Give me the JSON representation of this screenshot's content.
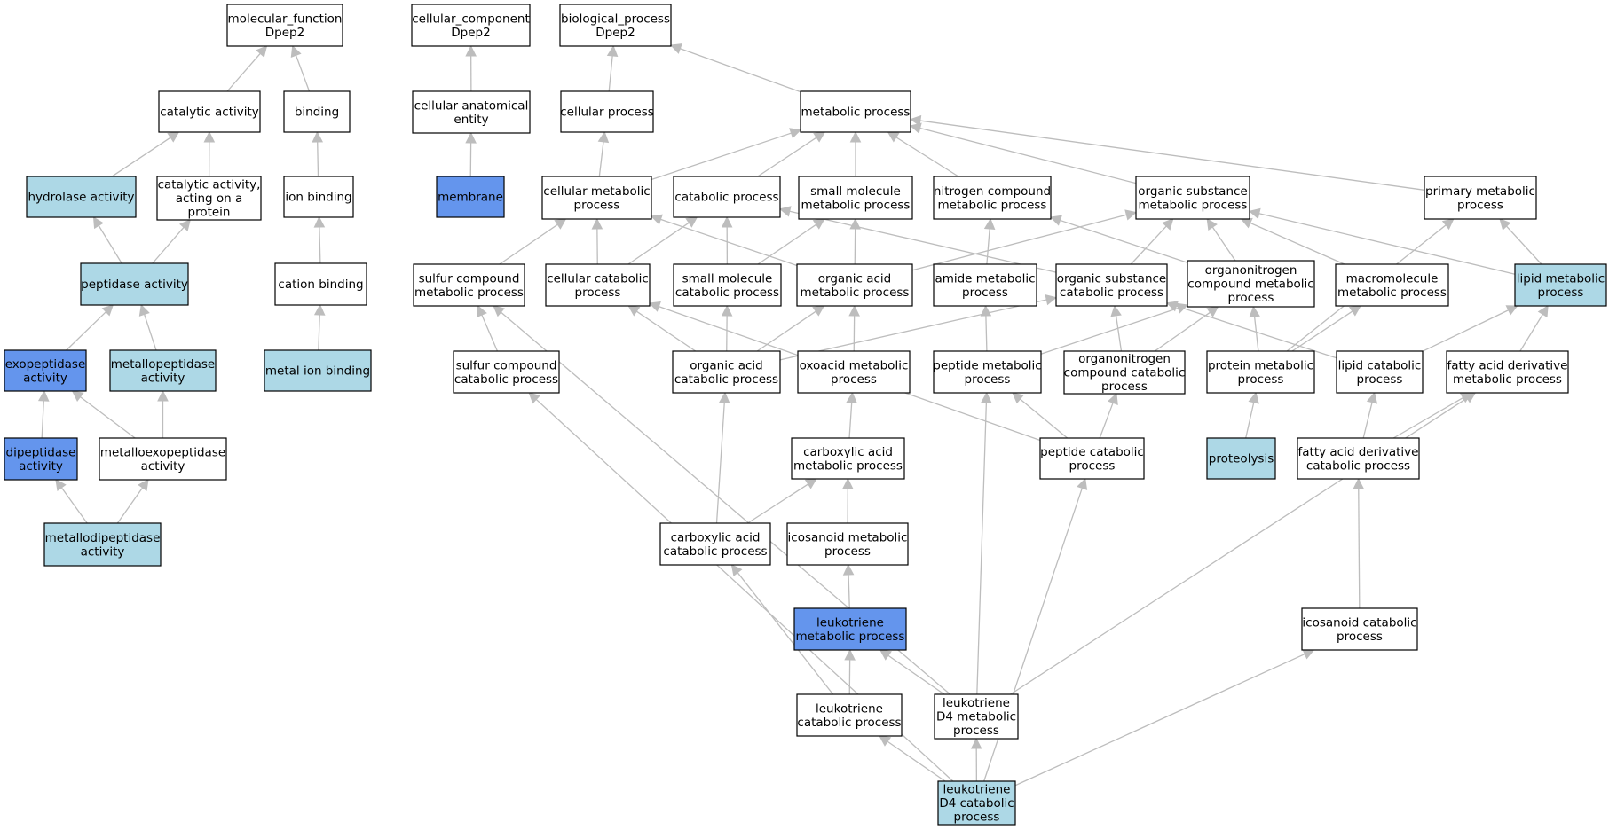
{
  "colors": {
    "plain": "#ffffff",
    "light": "#add8e6",
    "dark": "#6495ed",
    "edge": "#bdbdbd"
  },
  "nodes": [
    {
      "id": "mf",
      "lines": [
        "molecular_function",
        "Dpep2"
      ],
      "fill": "plain"
    },
    {
      "id": "catalytic",
      "lines": [
        "catalytic activity"
      ],
      "fill": "plain"
    },
    {
      "id": "binding",
      "lines": [
        "binding"
      ],
      "fill": "plain"
    },
    {
      "id": "hydrolase",
      "lines": [
        "hydrolase activity"
      ],
      "fill": "light"
    },
    {
      "id": "catprot",
      "lines": [
        "catalytic activity,",
        "acting on a",
        "protein"
      ],
      "fill": "plain"
    },
    {
      "id": "ionbind",
      "lines": [
        "ion binding"
      ],
      "fill": "plain"
    },
    {
      "id": "peptidase",
      "lines": [
        "peptidase activity"
      ],
      "fill": "light"
    },
    {
      "id": "cationbind",
      "lines": [
        "cation binding"
      ],
      "fill": "plain"
    },
    {
      "id": "exopep",
      "lines": [
        "exopeptidase",
        "activity"
      ],
      "fill": "dark"
    },
    {
      "id": "metallopep",
      "lines": [
        "metallopeptidase",
        "activity"
      ],
      "fill": "light"
    },
    {
      "id": "metalion",
      "lines": [
        "metal ion binding"
      ],
      "fill": "light"
    },
    {
      "id": "dipep",
      "lines": [
        "dipeptidase",
        "activity"
      ],
      "fill": "dark"
    },
    {
      "id": "metalloexo",
      "lines": [
        "metalloexopeptidase",
        "activity"
      ],
      "fill": "plain"
    },
    {
      "id": "metallodipep",
      "lines": [
        "metallodipeptidase",
        "activity"
      ],
      "fill": "light"
    },
    {
      "id": "cc",
      "lines": [
        "cellular_component",
        "Dpep2"
      ],
      "fill": "plain"
    },
    {
      "id": "cae",
      "lines": [
        "cellular anatomical",
        "entity"
      ],
      "fill": "plain"
    },
    {
      "id": "membrane",
      "lines": [
        "membrane"
      ],
      "fill": "dark"
    },
    {
      "id": "bp",
      "lines": [
        "biological_process",
        "Dpep2"
      ],
      "fill": "plain"
    },
    {
      "id": "cellproc",
      "lines": [
        "cellular process"
      ],
      "fill": "plain"
    },
    {
      "id": "metproc",
      "lines": [
        "metabolic process"
      ],
      "fill": "plain"
    },
    {
      "id": "cellmet",
      "lines": [
        "cellular metabolic",
        "process"
      ],
      "fill": "plain"
    },
    {
      "id": "catproc",
      "lines": [
        "catabolic process"
      ],
      "fill": "plain"
    },
    {
      "id": "smallmet",
      "lines": [
        "small molecule",
        "metabolic process"
      ],
      "fill": "plain"
    },
    {
      "id": "nitromet",
      "lines": [
        "nitrogen compound",
        "metabolic process"
      ],
      "fill": "plain"
    },
    {
      "id": "orgsubmet",
      "lines": [
        "organic substance",
        "metabolic process"
      ],
      "fill": "plain"
    },
    {
      "id": "primmet",
      "lines": [
        "primary metabolic",
        "process"
      ],
      "fill": "plain"
    },
    {
      "id": "sulfmet",
      "lines": [
        "sulfur compound",
        "metabolic process"
      ],
      "fill": "plain"
    },
    {
      "id": "cellcat",
      "lines": [
        "cellular catabolic",
        "process"
      ],
      "fill": "plain"
    },
    {
      "id": "smallcat",
      "lines": [
        "small molecule",
        "catabolic process"
      ],
      "fill": "plain"
    },
    {
      "id": "orgacidmet",
      "lines": [
        "organic acid",
        "metabolic process"
      ],
      "fill": "plain"
    },
    {
      "id": "amidemet",
      "lines": [
        "amide metabolic",
        "process"
      ],
      "fill": "plain"
    },
    {
      "id": "orgsubcat",
      "lines": [
        "organic substance",
        "catabolic process"
      ],
      "fill": "plain"
    },
    {
      "id": "orgnitromet",
      "lines": [
        "organonitrogen",
        "compound metabolic",
        "process"
      ],
      "fill": "plain"
    },
    {
      "id": "macromet",
      "lines": [
        "macromolecule",
        "metabolic process"
      ],
      "fill": "plain"
    },
    {
      "id": "lipidmet",
      "lines": [
        "lipid metabolic",
        "process"
      ],
      "fill": "light"
    },
    {
      "id": "sulfcat",
      "lines": [
        "sulfur compound",
        "catabolic process"
      ],
      "fill": "plain"
    },
    {
      "id": "orgacidcat",
      "lines": [
        "organic acid",
        "catabolic process"
      ],
      "fill": "plain"
    },
    {
      "id": "oxoacid",
      "lines": [
        "oxoacid metabolic",
        "process"
      ],
      "fill": "plain"
    },
    {
      "id": "peptidemet",
      "lines": [
        "peptide metabolic",
        "process"
      ],
      "fill": "plain"
    },
    {
      "id": "orgnitrocat",
      "lines": [
        "organonitrogen",
        "compound catabolic",
        "process"
      ],
      "fill": "plain"
    },
    {
      "id": "protmet",
      "lines": [
        "protein metabolic",
        "process"
      ],
      "fill": "plain"
    },
    {
      "id": "lipidcat",
      "lines": [
        "lipid catabolic",
        "process"
      ],
      "fill": "plain"
    },
    {
      "id": "fadmet",
      "lines": [
        "fatty acid derivative",
        "metabolic process"
      ],
      "fill": "plain"
    },
    {
      "id": "carbmet",
      "lines": [
        "carboxylic acid",
        "metabolic process"
      ],
      "fill": "plain"
    },
    {
      "id": "peptidecat",
      "lines": [
        "peptide catabolic",
        "process"
      ],
      "fill": "plain"
    },
    {
      "id": "proteolysis",
      "lines": [
        "proteolysis"
      ],
      "fill": "light"
    },
    {
      "id": "fadcat",
      "lines": [
        "fatty acid derivative",
        "catabolic process"
      ],
      "fill": "plain"
    },
    {
      "id": "carbcat",
      "lines": [
        "carboxylic acid",
        "catabolic process"
      ],
      "fill": "plain"
    },
    {
      "id": "icosmet",
      "lines": [
        "icosanoid metabolic",
        "process"
      ],
      "fill": "plain"
    },
    {
      "id": "leukmet",
      "lines": [
        "leukotriene",
        "metabolic process"
      ],
      "fill": "dark"
    },
    {
      "id": "icoscat",
      "lines": [
        "icosanoid catabolic",
        "process"
      ],
      "fill": "plain"
    },
    {
      "id": "leukcat",
      "lines": [
        "leukotriene",
        "catabolic process"
      ],
      "fill": "plain"
    },
    {
      "id": "ltd4met",
      "lines": [
        "leukotriene",
        "D4 metabolic",
        "process"
      ],
      "fill": "plain"
    },
    {
      "id": "ltd4cat",
      "lines": [
        "leukotriene",
        "D4 catabolic",
        "process"
      ],
      "fill": "light"
    }
  ],
  "edges": [
    [
      "catalytic",
      "mf"
    ],
    [
      "binding",
      "mf"
    ],
    [
      "hydrolase",
      "catalytic"
    ],
    [
      "catprot",
      "catalytic"
    ],
    [
      "ionbind",
      "binding"
    ],
    [
      "peptidase",
      "hydrolase"
    ],
    [
      "peptidase",
      "catprot"
    ],
    [
      "cationbind",
      "ionbind"
    ],
    [
      "metalion",
      "cationbind"
    ],
    [
      "exopep",
      "peptidase"
    ],
    [
      "metallopep",
      "peptidase"
    ],
    [
      "dipep",
      "exopep"
    ],
    [
      "metalloexo",
      "exopep"
    ],
    [
      "metalloexo",
      "metallopep"
    ],
    [
      "metallodipep",
      "dipep"
    ],
    [
      "metallodipep",
      "metalloexo"
    ],
    [
      "cae",
      "cc"
    ],
    [
      "membrane",
      "cae"
    ],
    [
      "cellproc",
      "bp"
    ],
    [
      "metproc",
      "bp"
    ],
    [
      "cellmet",
      "cellproc"
    ],
    [
      "cellmet",
      "metproc"
    ],
    [
      "catproc",
      "metproc"
    ],
    [
      "smallmet",
      "metproc"
    ],
    [
      "nitromet",
      "metproc"
    ],
    [
      "orgsubmet",
      "metproc"
    ],
    [
      "primmet",
      "metproc"
    ],
    [
      "sulfmet",
      "cellmet"
    ],
    [
      "cellcat",
      "cellmet"
    ],
    [
      "cellcat",
      "catproc"
    ],
    [
      "smallcat",
      "catproc"
    ],
    [
      "smallcat",
      "smallmet"
    ],
    [
      "orgacidmet",
      "cellmet"
    ],
    [
      "orgacidmet",
      "smallmet"
    ],
    [
      "orgacidmet",
      "orgsubmet"
    ],
    [
      "amidemet",
      "nitromet"
    ],
    [
      "orgsubcat",
      "orgsubmet"
    ],
    [
      "orgsubcat",
      "catproc"
    ],
    [
      "orgnitromet",
      "orgsubmet"
    ],
    [
      "orgnitromet",
      "nitromet"
    ],
    [
      "macromet",
      "orgsubmet"
    ],
    [
      "lipidmet",
      "primmet"
    ],
    [
      "lipidmet",
      "orgsubmet"
    ],
    [
      "sulfcat",
      "sulfmet"
    ],
    [
      "orgacidcat",
      "cellcat"
    ],
    [
      "orgacidcat",
      "smallcat"
    ],
    [
      "orgacidcat",
      "orgacidmet"
    ],
    [
      "orgacidcat",
      "orgsubcat"
    ],
    [
      "oxoacid",
      "orgacidmet"
    ],
    [
      "peptidemet",
      "amidemet"
    ],
    [
      "peptidemet",
      "orgnitromet"
    ],
    [
      "orgnitrocat",
      "orgsubcat"
    ],
    [
      "orgnitrocat",
      "orgnitromet"
    ],
    [
      "protmet",
      "orgnitromet"
    ],
    [
      "protmet",
      "macromet"
    ],
    [
      "protmet",
      "primmet"
    ],
    [
      "lipidcat",
      "orgsubcat"
    ],
    [
      "lipidcat",
      "lipidmet"
    ],
    [
      "fadmet",
      "lipidmet"
    ],
    [
      "carbmet",
      "oxoacid"
    ],
    [
      "peptidecat",
      "peptidemet"
    ],
    [
      "peptidecat",
      "orgnitrocat"
    ],
    [
      "peptidecat",
      "cellcat"
    ],
    [
      "proteolysis",
      "protmet"
    ],
    [
      "fadcat",
      "lipidcat"
    ],
    [
      "fadcat",
      "fadmet"
    ],
    [
      "carbcat",
      "carbmet"
    ],
    [
      "carbcat",
      "orgacidcat"
    ],
    [
      "icosmet",
      "carbmet"
    ],
    [
      "leukmet",
      "icosmet"
    ],
    [
      "icoscat",
      "fadcat"
    ],
    [
      "leukcat",
      "leukmet"
    ],
    [
      "leukcat",
      "carbcat"
    ],
    [
      "ltd4met",
      "leukmet"
    ],
    [
      "ltd4met",
      "peptidemet"
    ],
    [
      "ltd4met",
      "sulfmet"
    ],
    [
      "ltd4met",
      "fadmet"
    ],
    [
      "ltd4cat",
      "leukcat"
    ],
    [
      "ltd4cat",
      "ltd4met"
    ],
    [
      "ltd4cat",
      "peptidecat"
    ],
    [
      "ltd4cat",
      "sulfcat"
    ],
    [
      "ltd4cat",
      "icoscat"
    ]
  ]
}
